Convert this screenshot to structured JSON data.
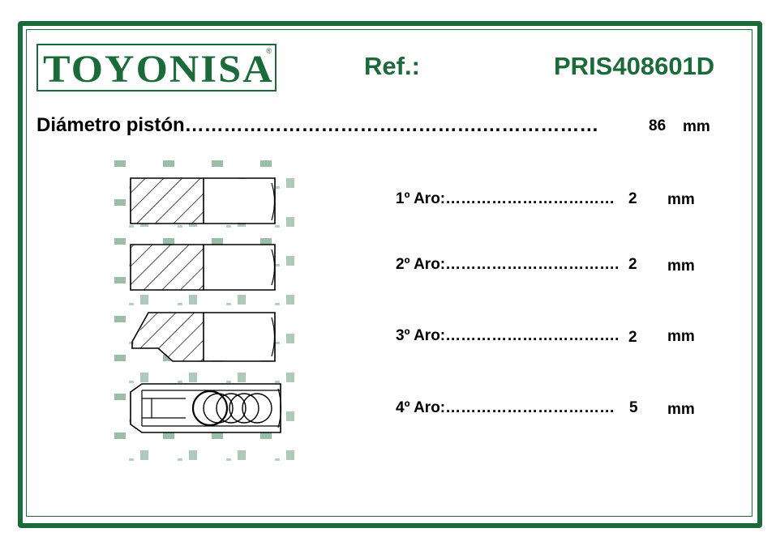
{
  "brand": {
    "logo_text": "TOYONISA",
    "registered_mark": "®",
    "color": "#1b6b3a"
  },
  "header": {
    "ref_label": "Ref.:",
    "ref_value": "PRIS408601D"
  },
  "piston": {
    "diameter_label": "Diámetro pistón……………………………………….………………",
    "diameter_value": "86",
    "diameter_unit": "mm"
  },
  "rings": [
    {
      "label": "1º Aro:……………………………",
      "value": "2",
      "unit": "mm"
    },
    {
      "label": "2º Aro:…………………………….",
      "value": "2",
      "unit": "mm"
    },
    {
      "label": "3º Aro:…………………………….",
      "value": "2",
      "unit": "mm"
    },
    {
      "label": "4º Aro:……………………………",
      "value": "5",
      "unit": "mm"
    }
  ],
  "icons": {
    "ring_sections": "piston-ring-cross-section-icon"
  }
}
